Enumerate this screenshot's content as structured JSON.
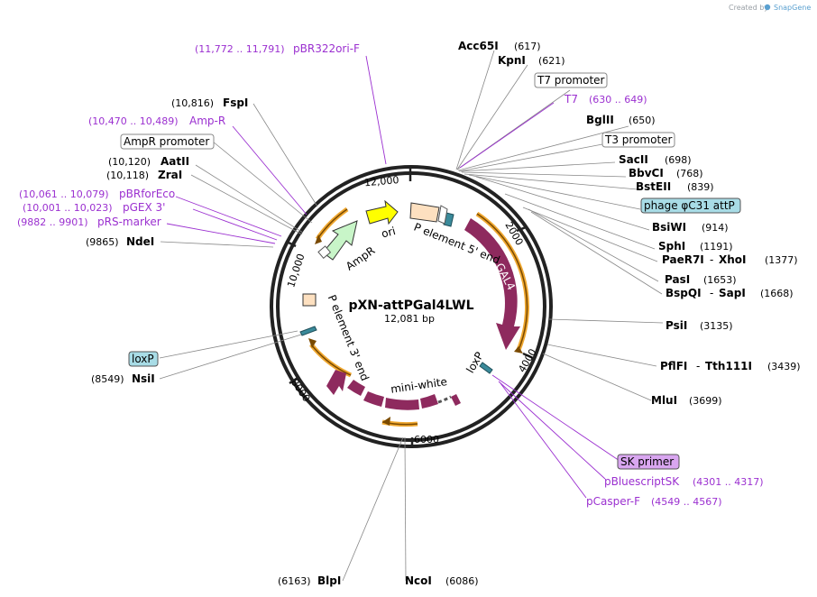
{
  "credit": {
    "text": "Created by",
    "brand": "SnapGene"
  },
  "plasmid": {
    "name": "pXN-attPGal4LWL",
    "size": "12,081 bp"
  },
  "ticks": [
    "2000",
    "4000",
    "6000",
    "8000",
    "10,000",
    "12,000"
  ],
  "features": {
    "ampr": "AmpR",
    "ori": "ori",
    "p5": "P element 5' end",
    "gal4": "GAL4",
    "loxp_inner": "loxP",
    "miniwhite": "mini-white",
    "p3": "P element 3' end"
  },
  "sites_right": [
    {
      "name": "Acc65I",
      "pos": "(617)"
    },
    {
      "name": "KpnI",
      "pos": "(621)"
    },
    {
      "name": "BglII",
      "pos": "(650)"
    },
    {
      "name": "SacII",
      "pos": "(698)"
    },
    {
      "name": "BbvCI",
      "pos": "(768)"
    },
    {
      "name": "BstEII",
      "pos": "(839)"
    },
    {
      "name": "BsiWI",
      "pos": "(914)"
    },
    {
      "name": "SphI",
      "pos": "(1191)"
    },
    {
      "name": "PaeR7I",
      "name2": "XhoI",
      "pos": "(1377)"
    },
    {
      "name": "PasI",
      "pos": "(1653)"
    },
    {
      "name": "BspQI",
      "name2": "SapI",
      "pos": "(1668)"
    },
    {
      "name": "PsiI",
      "pos": "(3135)"
    },
    {
      "name": "PflFI",
      "name2": "Tth111I",
      "pos": "(3439)"
    },
    {
      "name": "MluI",
      "pos": "(3699)"
    }
  ],
  "sites_left": [
    {
      "name": "FspI",
      "pos": "(10,816)"
    },
    {
      "name": "AatII",
      "pos": "(10,120)"
    },
    {
      "name": "ZraI",
      "pos": "(10,118)"
    },
    {
      "name": "NdeI",
      "pos": "(9865)"
    },
    {
      "name": "NsiI",
      "pos": "(8549)"
    }
  ],
  "sites_bottom": [
    {
      "name": "BlpI",
      "pos": "(6163)"
    },
    {
      "name": "NcoI",
      "pos": "(6086)"
    }
  ],
  "boxes": {
    "t7_promoter": "T7 promoter",
    "t3_promoter": "T3 promoter",
    "ampr_promoter": "AmpR promoter",
    "attp": "phage φC31 attP",
    "loxp_left": "loxP",
    "sk_primer": "SK primer"
  },
  "primers": [
    {
      "name": "pBR322ori-F",
      "range": "(11,772 .. 11,791)"
    },
    {
      "name": "T7",
      "range": "(630 .. 649)"
    },
    {
      "name": "Amp-R",
      "range": "(10,470 .. 10,489)"
    },
    {
      "name": "pBRforEco",
      "range": "(10,061 .. 10,079)"
    },
    {
      "name": "pGEX 3'",
      "range": "(10,001 .. 10,023)"
    },
    {
      "name": "pRS-marker",
      "range": "(9882 .. 9901)"
    },
    {
      "name": "pBluescriptSK",
      "range": "(4301 .. 4317)"
    },
    {
      "name": "pCasper-F",
      "range": "(4549 .. 4567)"
    }
  ],
  "colors": {
    "purple": "#9b30d0",
    "maroon": "#8e2a5e",
    "orange": "#f0a830",
    "yellow": "#ffff00",
    "green": "#c8f5c8",
    "peach": "#fde0c0",
    "teal": "#3a8a9a",
    "lightblue": "#a8dce6",
    "violet_box": "#d9a6f0"
  }
}
